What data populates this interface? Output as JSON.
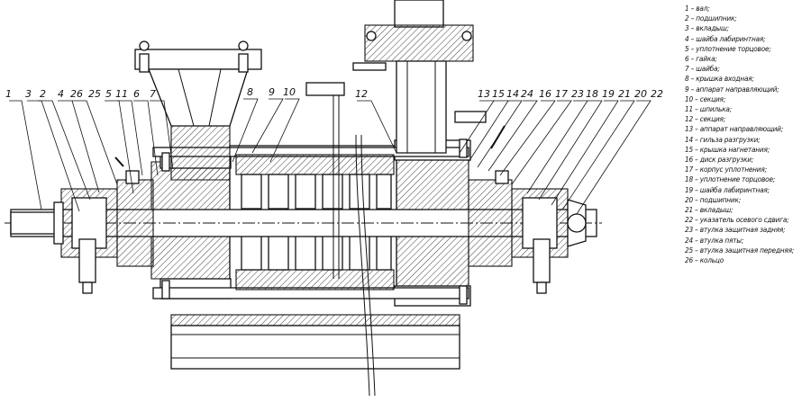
{
  "callouts": [
    "1",
    "3",
    "2",
    "4",
    "26",
    "25",
    "5",
    "11",
    "6",
    "7",
    "8",
    "9",
    "10",
    "12",
    "13",
    "15",
    "14",
    "24",
    "16",
    "17",
    "23",
    "18",
    "19",
    "21",
    "20",
    "22"
  ],
  "legend": [
    "1 – вал;",
    "2 – подшипник;",
    "3 – вкладыш;",
    "4 – шайба лабиринтная;",
    "5 – уплотнение торцовое;",
    "6 – гайка;",
    "7 – шайба;",
    "8 – крышка входная;",
    "9 – аппарат направляющий;",
    "10 – секция;",
    "11 – шпилька;",
    "12 – секция;",
    "13 – аппарат направляющий;",
    "14 – гильза разгрузки;",
    "15 – крышка нагнетания;",
    "16 – диск разгрузки;",
    "17 – корпус уплотнения;",
    "18 – уплотнение торцовое;",
    "19 – шайба лабиринтная;",
    "20 – подшипник;",
    "21 – вкладыш;",
    "22 – указатель осевого сдвига;",
    "23 – втулка защитная задняя;",
    "24 – втулка пяты;",
    "25 – втулка защитная передняя;",
    "26 – кольцо"
  ]
}
